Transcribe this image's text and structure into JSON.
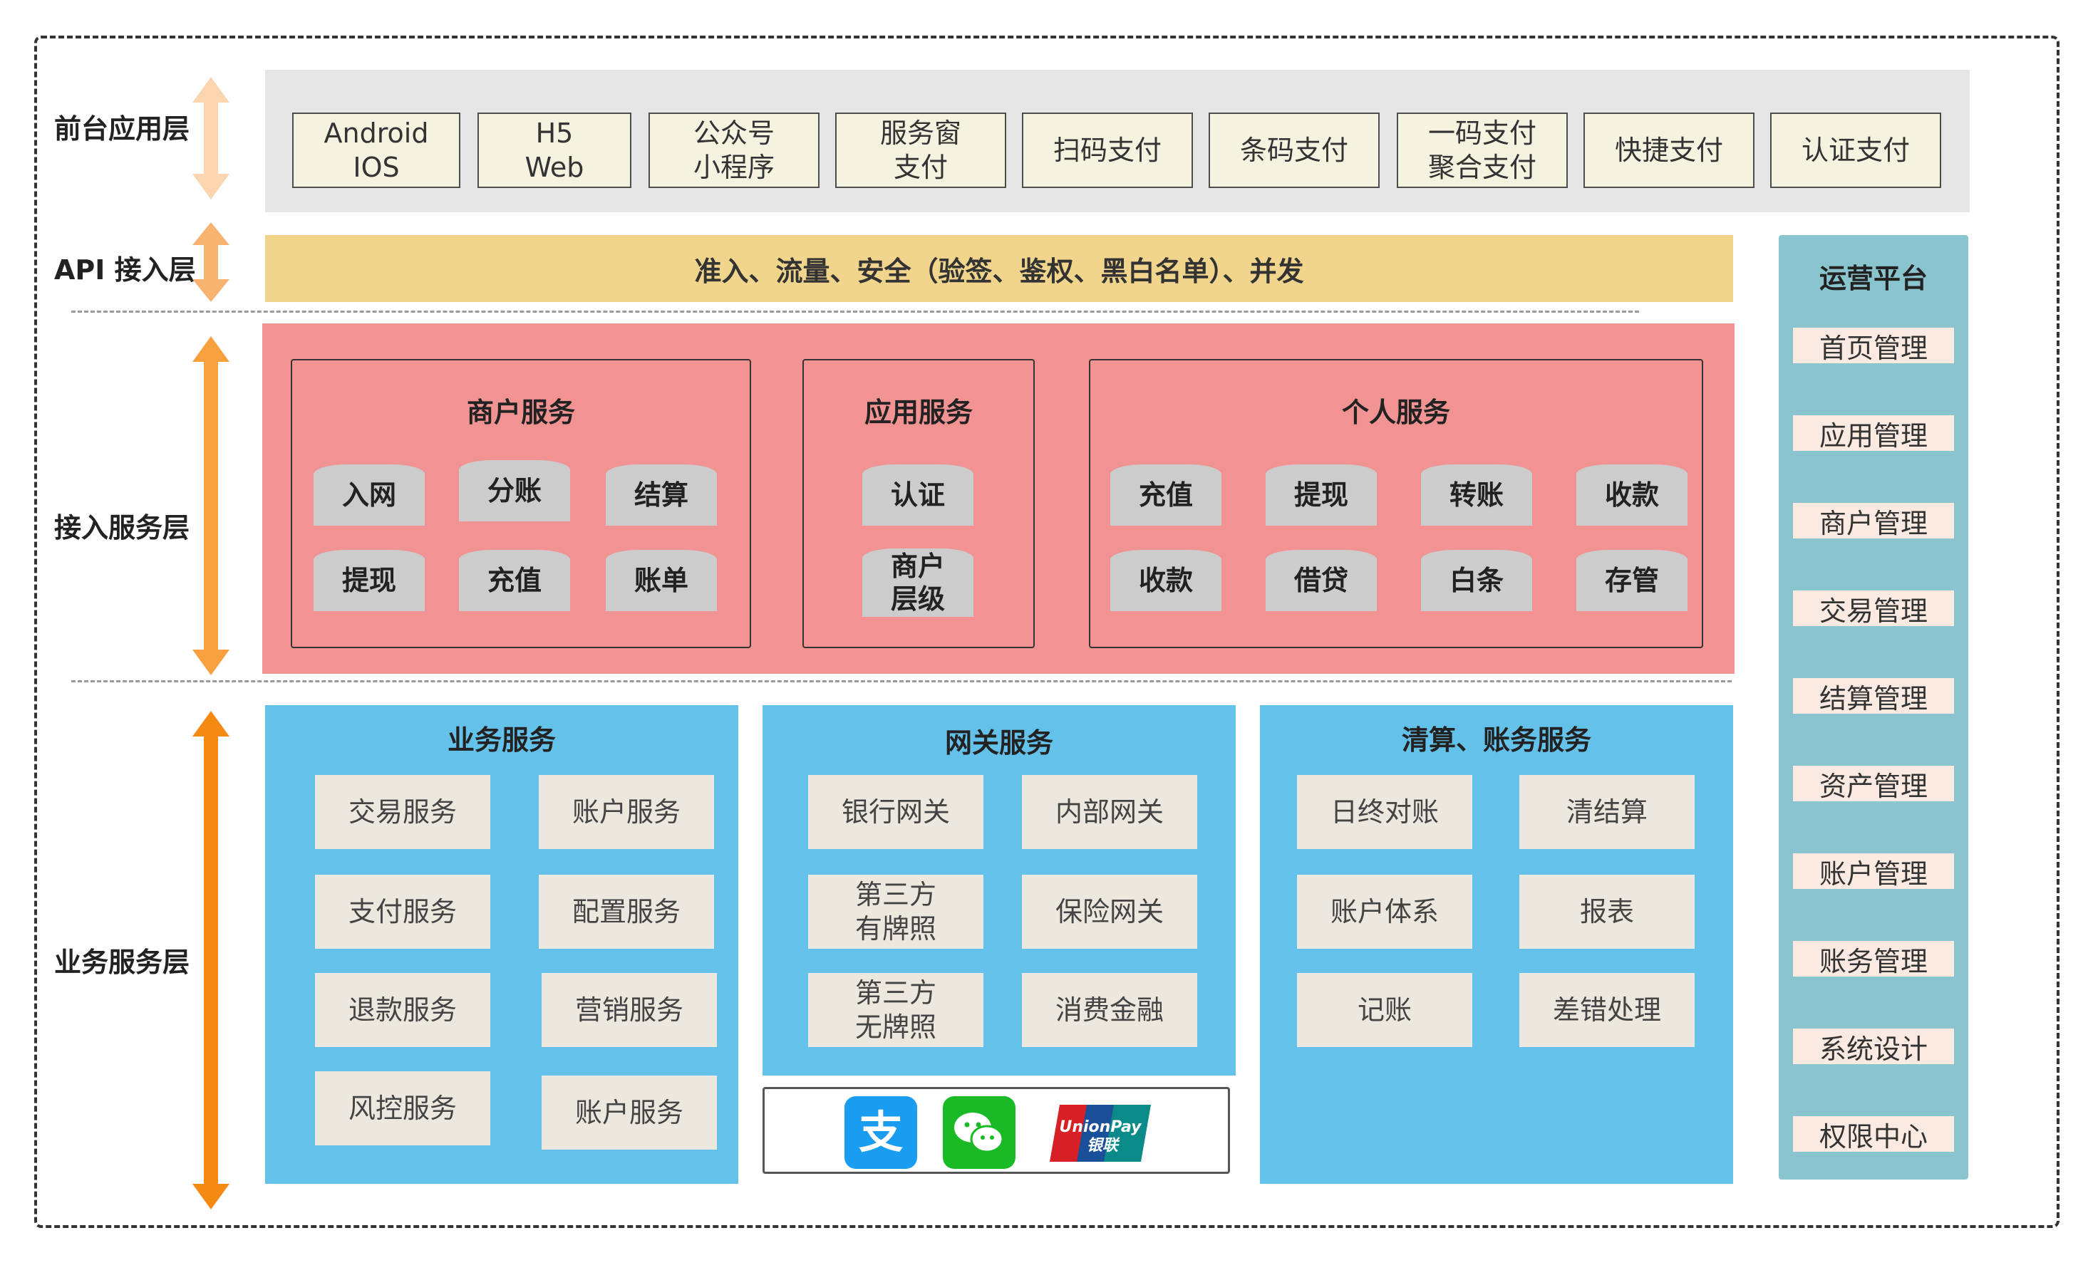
{
  "layers": {
    "front": "前台应用层",
    "api": "API 接入层",
    "access": "接入服务层",
    "business": "业务服务层"
  },
  "front_apps": [
    "Android\nIOS",
    "H5\nWeb",
    "公众号\n小程序",
    "服务窗\n支付",
    "扫码支付",
    "条码支付",
    "一码支付\n聚合支付",
    "快捷支付",
    "认证支付"
  ],
  "api_bar": "准入、流量、安全（验签、鉴权、黑白名单）、并发",
  "access": {
    "merchant": {
      "title": "商户服务",
      "items": [
        "入网",
        "分账",
        "结算",
        "提现",
        "充值",
        "账单"
      ]
    },
    "app": {
      "title": "应用服务",
      "items": [
        "认证",
        "商户\n层级"
      ]
    },
    "personal": {
      "title": "个人服务",
      "items": [
        "充值",
        "提现",
        "转账",
        "收款",
        "收款",
        "借贷",
        "白条",
        "存管"
      ]
    }
  },
  "business": {
    "biz": {
      "title": "业务服务",
      "items": [
        "交易服务",
        "账户服务",
        "支付服务",
        "配置服务",
        "退款服务",
        "营销服务",
        "风控服务",
        "账户服务"
      ]
    },
    "gateway": {
      "title": "网关服务",
      "items": [
        "银行网关",
        "内部网关",
        "第三方\n有牌照",
        "保险网关",
        "第三方\n无牌照",
        "消费金融"
      ]
    },
    "clearing": {
      "title": "清算、账务服务",
      "items": [
        "日终对账",
        "清结算",
        "账户体系",
        "报表",
        "记账",
        "差错处理"
      ]
    }
  },
  "payment_logos": {
    "alipay_glyph": "支",
    "unionpay_text": "UnionPay",
    "unionpay_cn": "银联"
  },
  "ops": {
    "title": "运营平台",
    "items": [
      "首页管理",
      "应用管理",
      "商户管理",
      "交易管理",
      "结算管理",
      "资产管理",
      "账户管理",
      "账务管理",
      "系统设计",
      "权限中心"
    ]
  },
  "colors": {
    "front_bg": "#e6e6e6",
    "api_bar": "#f2d58c",
    "access_bg": "#f29393",
    "business_bg": "#64c1ea",
    "ops_bg": "#8ac4cf",
    "arrow": "#f5a04a"
  }
}
